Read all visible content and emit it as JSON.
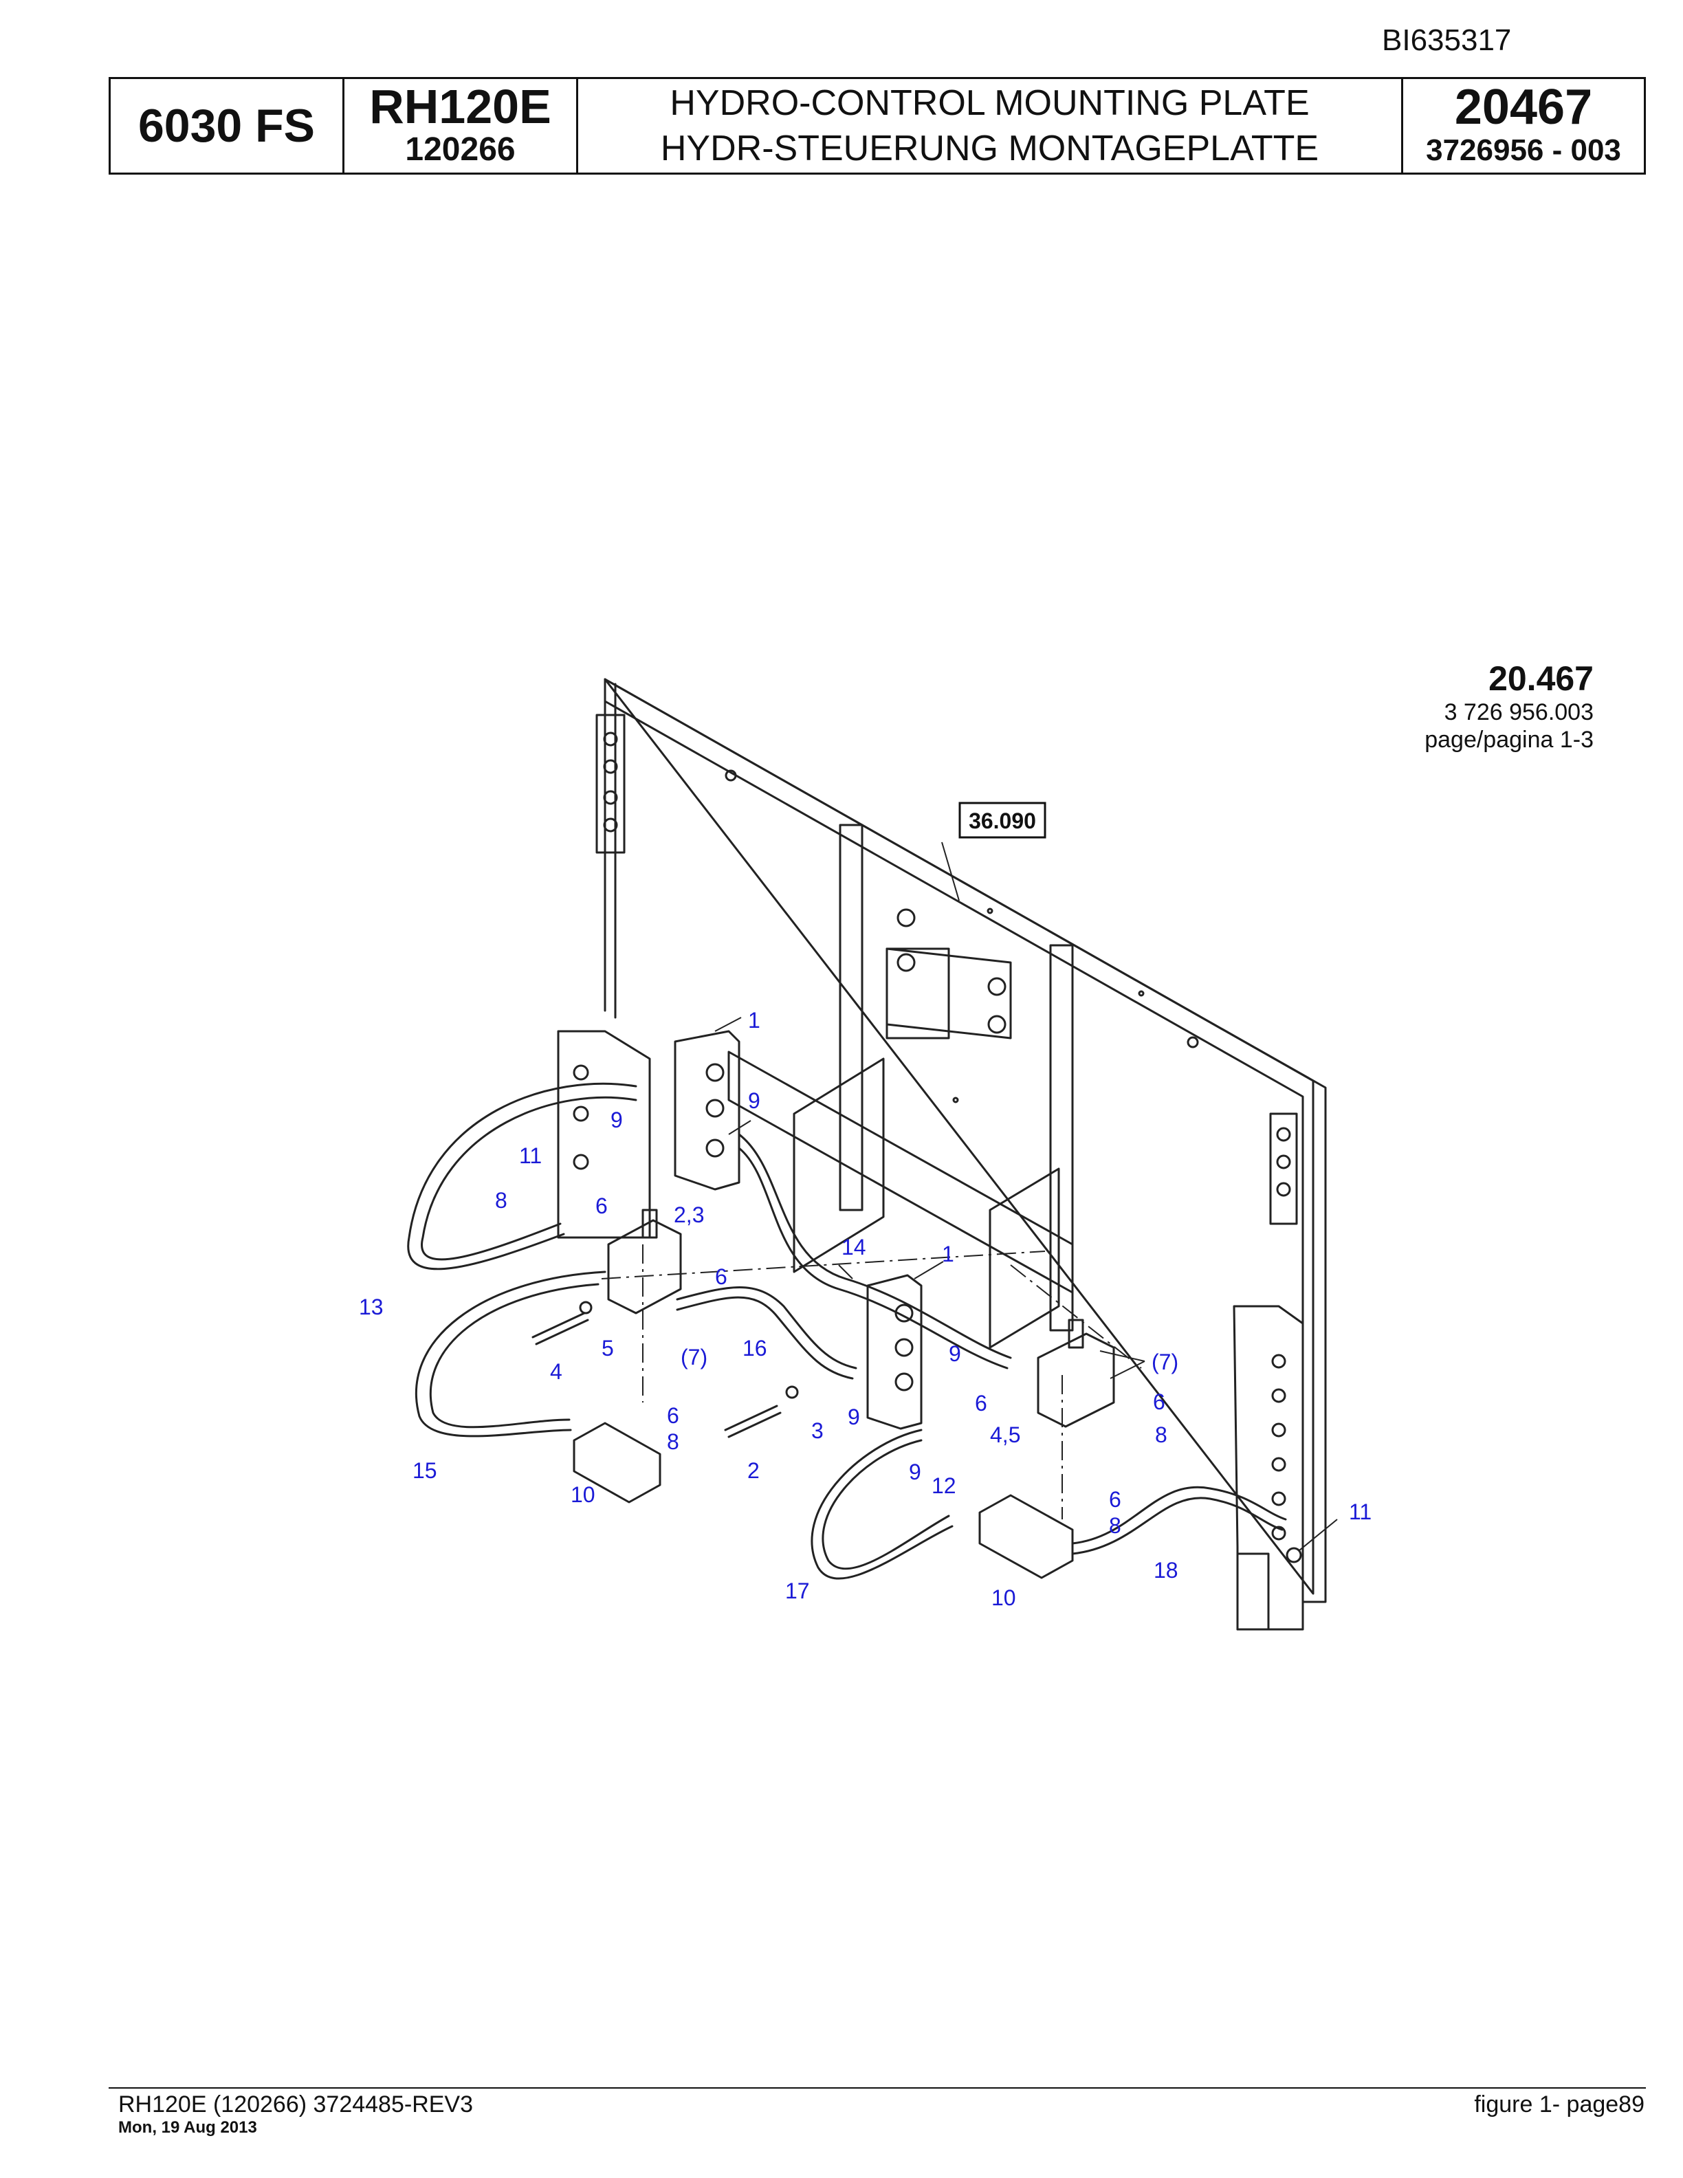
{
  "header": {
    "doc_id": "BI635317",
    "model": "6030 FS",
    "sub_model": "RH120E",
    "sub_model_id": "120266",
    "title_en": "HYDRO-CONTROL MOUNTING PLATE",
    "title_de": "HYDR-STEUERUNG MONTAGEPLATTE",
    "part_number": "20467",
    "part_sub": "3726956  - 003"
  },
  "reference": {
    "number": "20.467",
    "code": "3 726 956.003",
    "pages": "page/pagina 1-3"
  },
  "drawing": {
    "ref_box": "36.090",
    "callouts": {
      "c1a": "1",
      "c9a": "9",
      "c9b": "9",
      "c11a": "11",
      "c8a": "8",
      "c6a": "6",
      "c23": "2,3",
      "c6b": "6",
      "c13": "13",
      "c14": "14",
      "c1b": "1",
      "c7a": "(7)",
      "c16": "16",
      "c5": "5",
      "c4": "4",
      "c9c": "9",
      "c7b": "(7)",
      "c6c": "6",
      "c6d": "6",
      "c8b": "8",
      "c3": "3",
      "c9d": "9",
      "c45": "4,5",
      "c8c": "8",
      "c15": "15",
      "c10a": "10",
      "c2": "2",
      "c9e": "9",
      "c12": "12",
      "c6e": "6",
      "c8d": "8",
      "c11b": "11",
      "c17": "17",
      "c18": "18",
      "c10b": "10"
    }
  },
  "footer": {
    "doc": "RH120E (120266) 3724485-REV3",
    "date": "Mon, 19 Aug 2013",
    "page": "figure  1- page89"
  }
}
